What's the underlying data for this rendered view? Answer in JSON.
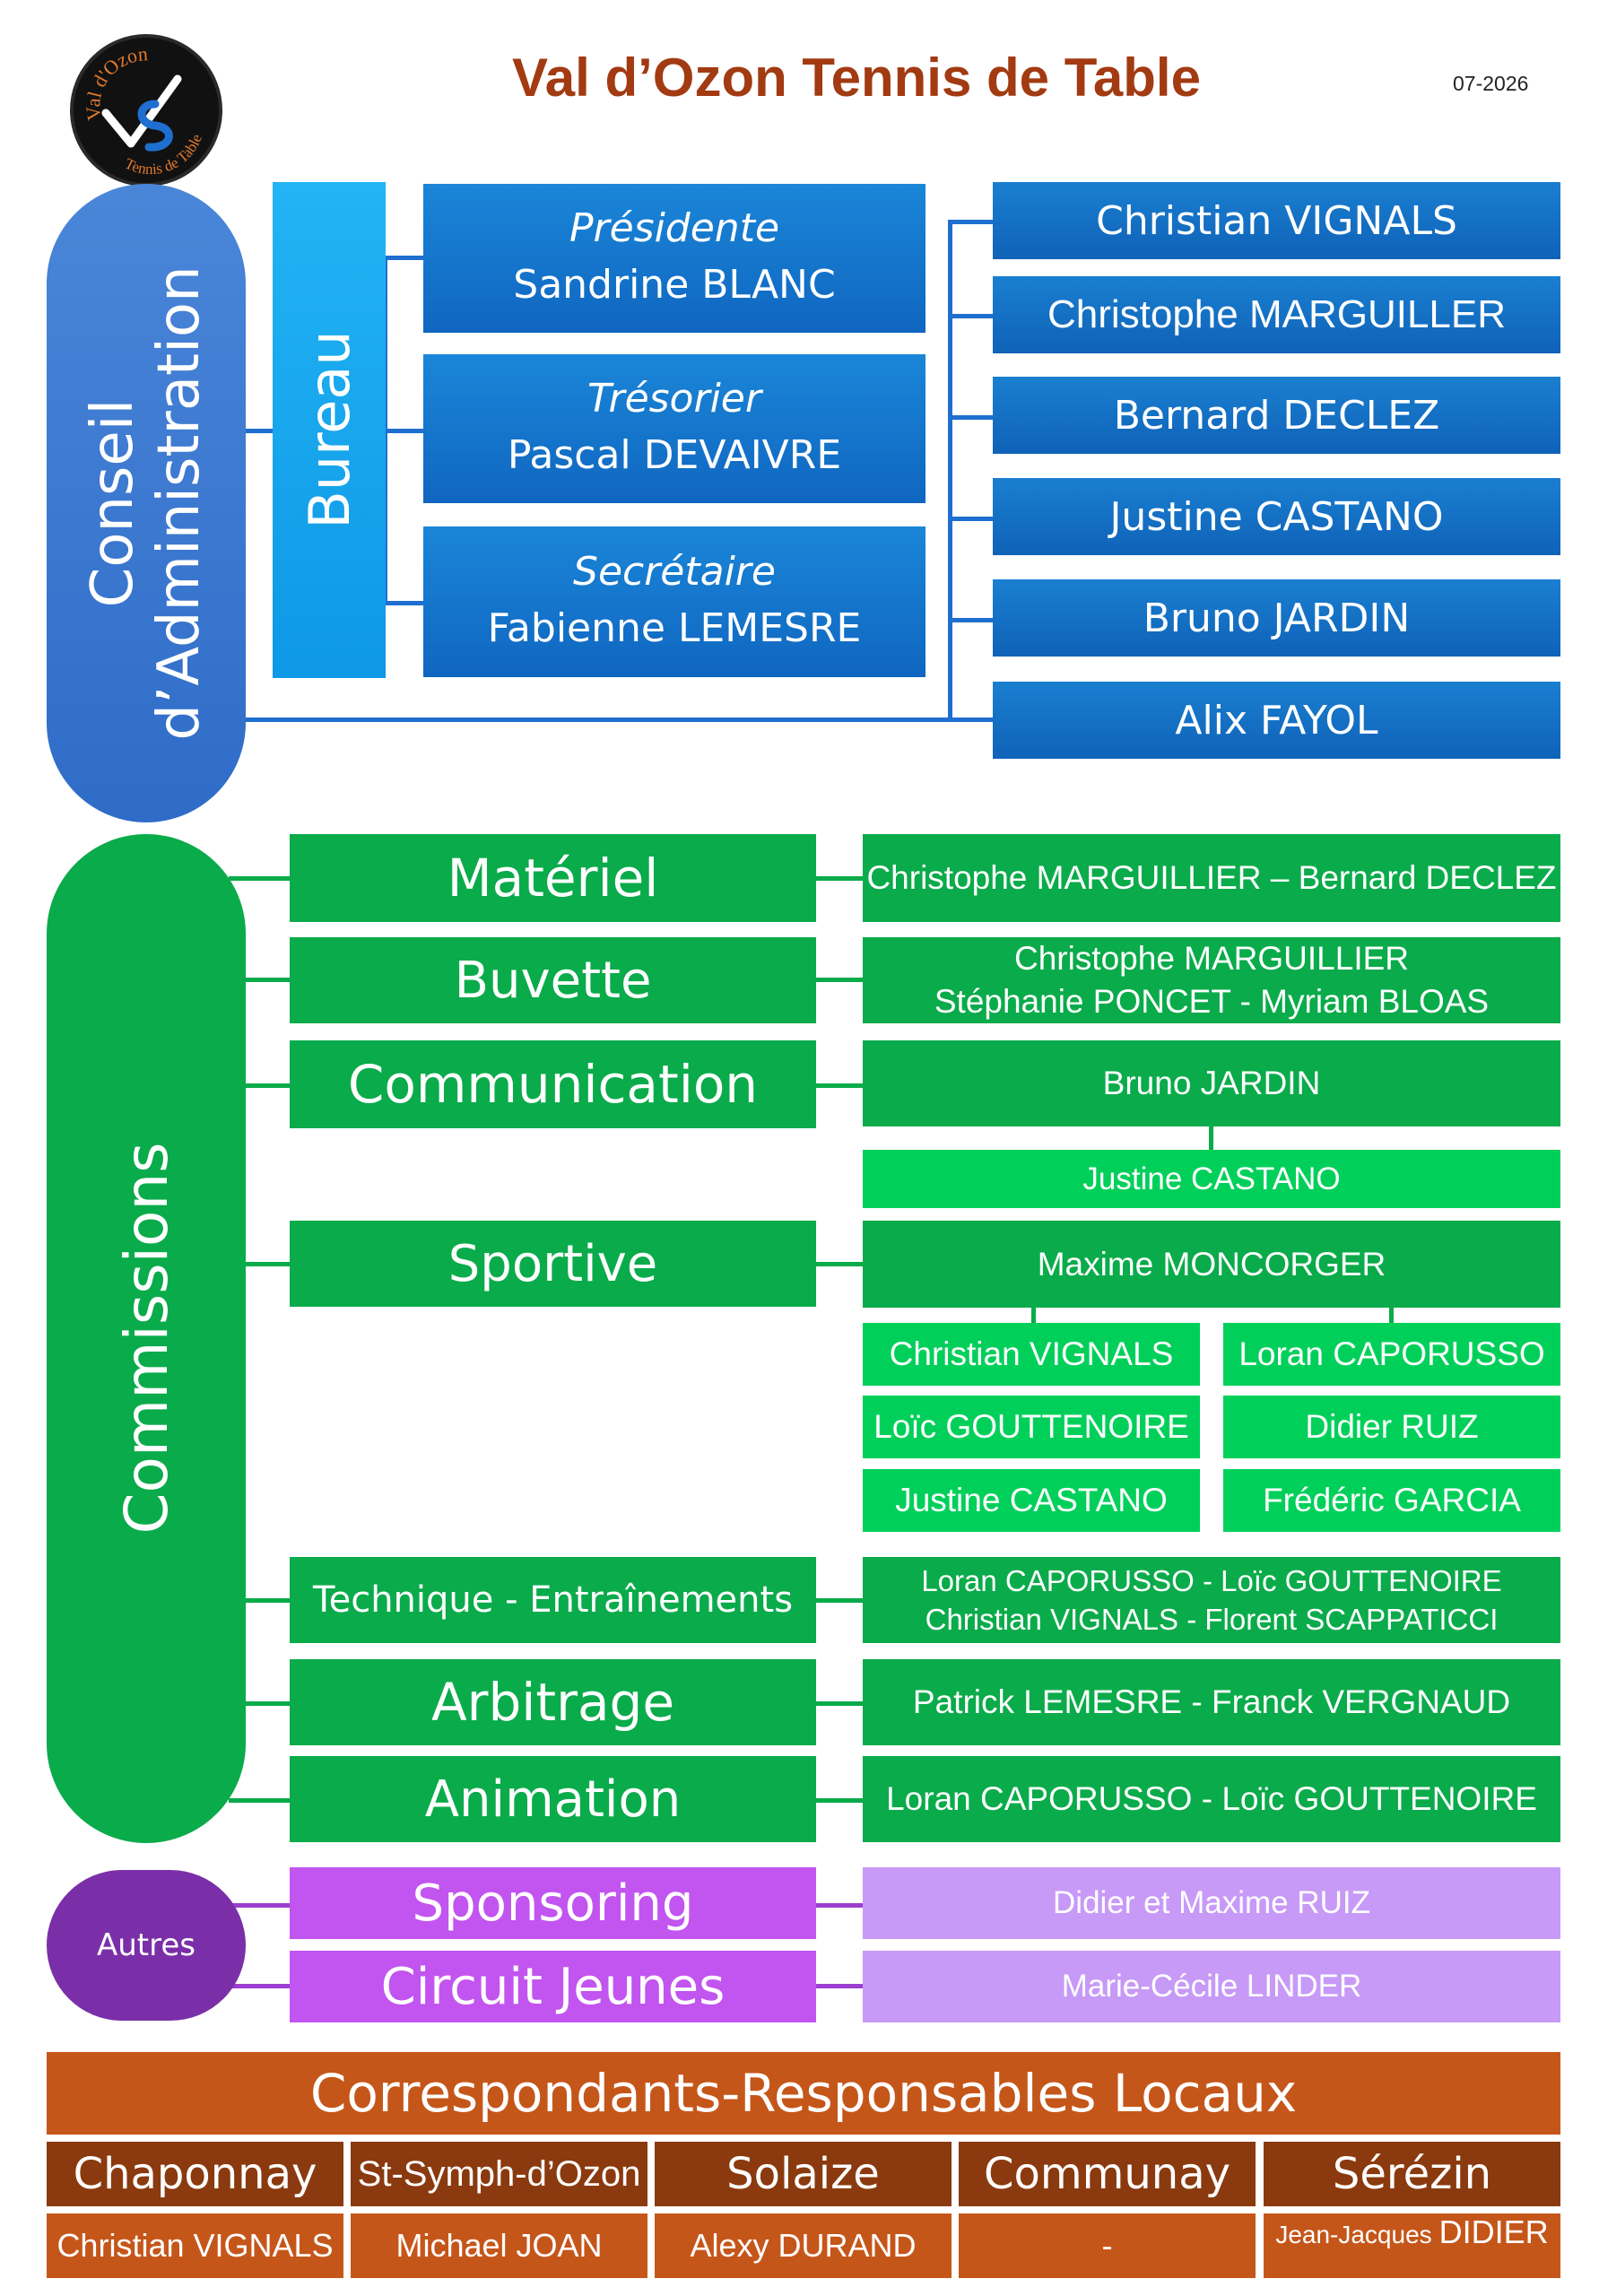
{
  "header": {
    "title": "Val d’Ozon Tennis de Table",
    "date": "07-2026",
    "logo_text_top": "Val d'Ozon",
    "logo_text_bottom": "Tennis de Table"
  },
  "colors": {
    "title": "#a23a12",
    "blue_main": "#1670c8",
    "bureau_blue": "#16a6ee",
    "ca_pill": "#3a78d0",
    "green": "#0aab4a",
    "green_light": "#00d05a",
    "violet": "#c254f0",
    "lavender": "#c79af7",
    "autres": "#7a2fa8",
    "rust": "#c5561a",
    "brown": "#8a3a0e"
  },
  "conseil": {
    "label_line1": "Conseil",
    "label_line2": "d’Administration",
    "bureau_label": "Bureau",
    "officers": [
      {
        "role": "Présidente",
        "name": "Sandrine BLANC"
      },
      {
        "role": "Trésorier",
        "name": "Pascal DEVAIVRE"
      },
      {
        "role": "Secrétaire",
        "name": "Fabienne LEMESRE"
      }
    ],
    "members": [
      "Christian VIGNALS",
      "Christophe MARGUILLER",
      "Bernard DECLEZ",
      "Justine CASTANO",
      "Bruno JARDIN",
      "Alix FAYOL"
    ]
  },
  "commissions": {
    "label": "Commissions",
    "materiel": {
      "label": "Matériel",
      "members": "Christophe MARGUILLIER – Bernard DECLEZ"
    },
    "buvette": {
      "label": "Buvette",
      "line1": "Christophe MARGUILLIER",
      "line2": "Stéphanie PONCET - Myriam BLOAS"
    },
    "communication": {
      "label": "Communication",
      "lead": "Bruno JARDIN",
      "sub": "Justine CASTANO"
    },
    "sportive": {
      "label": "Sportive",
      "lead": "Maxime MONCORGER",
      "left": [
        "Christian VIGNALS",
        "Loïc GOUTTENOIRE",
        "Justine CASTANO"
      ],
      "right": [
        "Loran CAPORUSSO",
        "Didier RUIZ",
        "Frédéric GARCIA"
      ]
    },
    "technique": {
      "label": "Technique - Entraînements",
      "line1": "Loran CAPORUSSO - Loïc GOUTTENOIRE",
      "line2": "Christian VIGNALS - Florent  SCAPPATICCI"
    },
    "arbitrage": {
      "label": "Arbitrage",
      "members": "Patrick  LEMESRE - Franck VERGNAUD"
    },
    "animation": {
      "label": "Animation",
      "members": "Loran CAPORUSSO  - Loïc GOUTTENOIRE"
    }
  },
  "autres": {
    "label": "Autres",
    "sponsoring": {
      "label": "Sponsoring",
      "members": "Didier et Maxime RUIZ"
    },
    "circuit": {
      "label": "Circuit Jeunes",
      "members": "Marie-Cécile LINDER"
    }
  },
  "correspondants": {
    "title": "Correspondants-Responsables Locaux",
    "towns": [
      {
        "town": "Chaponnay",
        "name": "Christian VIGNALS"
      },
      {
        "town": "St-Symph-d’Ozon",
        "name": "Michael JOAN"
      },
      {
        "town": "Solaize",
        "name": "Alexy DURAND"
      },
      {
        "town": "Communay",
        "name": "-"
      },
      {
        "town": "Sérézin",
        "name_prefix": "Jean-Jacques",
        "name": "DIDIER"
      }
    ]
  }
}
